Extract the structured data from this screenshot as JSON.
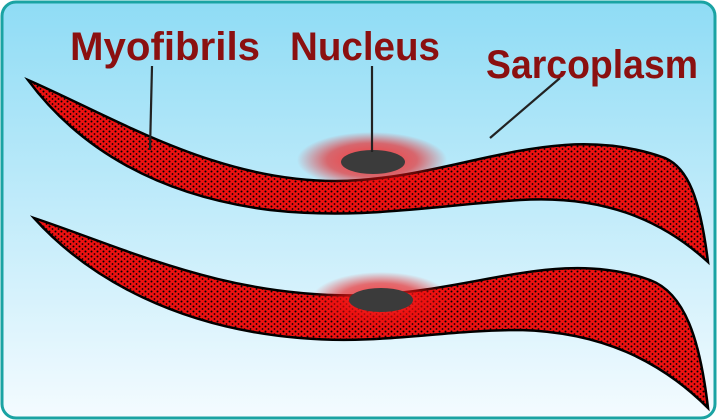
{
  "labels": {
    "myofibrils": "Myofibrils",
    "nucleus": "Nucleus",
    "sarcoplasm": "Sarcoplasm"
  },
  "colors": {
    "background_top": "#8fdcf5",
    "background_bottom": "#f4fbff",
    "border": "#1aa3a3",
    "cell_fill": "#ee1111",
    "cell_outline": "#000000",
    "nucleus_fill": "#3b3b3b",
    "label_text": "#8b1010",
    "leader_line": "#222222"
  },
  "icons": {
    "cell_top": "smooth-muscle-cell-icon",
    "cell_bottom": "smooth-muscle-cell-icon",
    "nucleus": "nucleus-ellipse-icon"
  }
}
